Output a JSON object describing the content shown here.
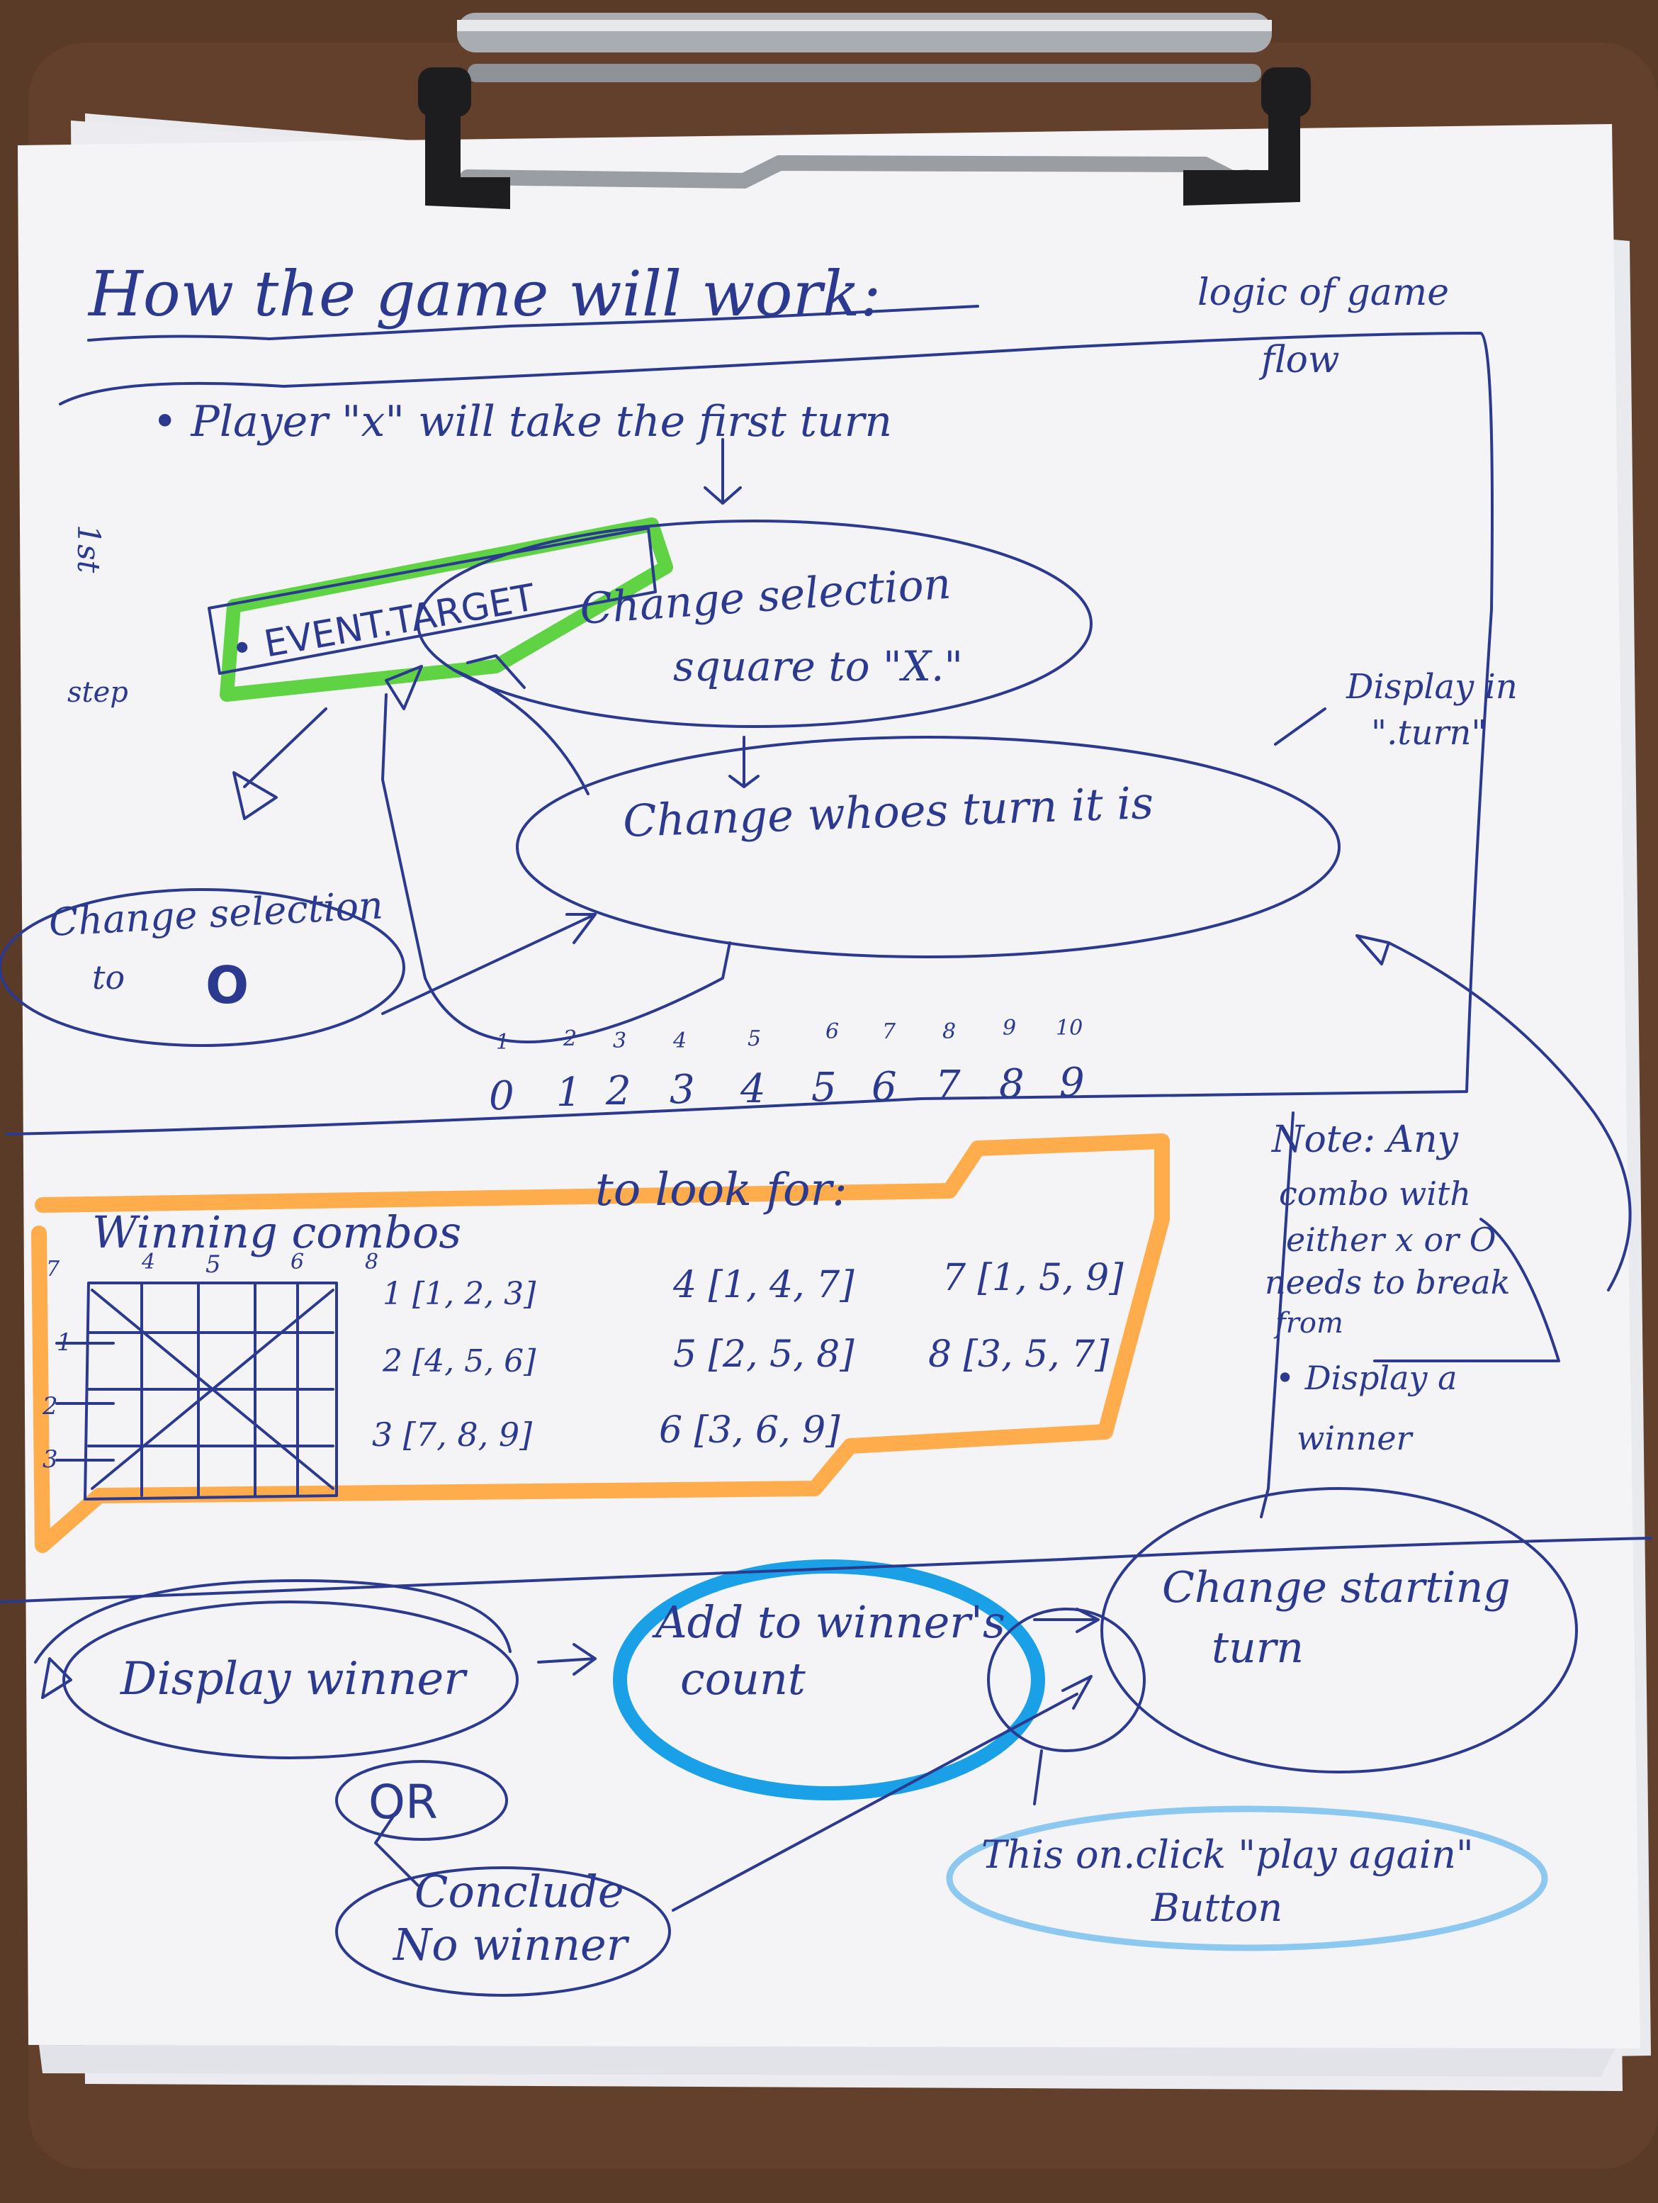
{
  "colors": {
    "clipboard": "#5a3b27",
    "paper": "#f4f4f6",
    "ink": "#2b3a8f",
    "highlight_green": "#57d13a",
    "highlight_orange": "#ffa43a",
    "highlight_blue": "#19a0e6",
    "highlight_lightblue": "#8cc8ef"
  },
  "icons": [
    "binder-clip-icon"
  ],
  "sheet": {
    "title": "How the game will work:",
    "side_heading_1": "logic of game",
    "side_heading_2": "flow",
    "player_line": "• Player \"x\" will take the first turn",
    "margin_mark": "1st",
    "step_label": "step",
    "event_target": "• EVENT.TARGET",
    "change_to_x_1": "Change selection",
    "change_to_x_2": "square to \"X.\"",
    "display_turn_1": "Display in",
    "display_turn_2": "\".turn\"",
    "change_turn": "Change whoes turn it is",
    "change_to_o_1": "Change selection",
    "change_to_o_2": "to",
    "change_to_o_3": "O",
    "positions_top": [
      "1",
      "2",
      "3",
      "4",
      "5",
      "6",
      "7",
      "8",
      "9",
      "10"
    ],
    "indices_bottom": [
      "0",
      "1",
      "2",
      "3",
      "4",
      "5",
      "6",
      "7",
      "8",
      "9"
    ],
    "look_for": "to look for:",
    "winning_combos": "Winning combos",
    "grid_top_labels": [
      "7",
      "4",
      "5",
      "6",
      "8"
    ],
    "grid_side_labels": [
      "1",
      "2",
      "3"
    ],
    "combos": [
      "1 [1, 2, 3]",
      "4 [1, 4, 7]",
      "7 [1, 5, 9]",
      "2 [4, 5, 6]",
      "5 [2, 5, 8]",
      "8 [3, 5, 7]",
      "3 [7, 8, 9]",
      "6 [3, 6, 9]"
    ],
    "note_1": "Note: Any",
    "note_2": "combo with",
    "note_3": "either x or O",
    "note_4": "needs to break",
    "note_5": "from",
    "note_6": "• Display a",
    "note_7": "winner",
    "display_winner": "Display winner",
    "add_winner_1": "Add to winner's",
    "add_winner_2": "count",
    "change_start_1": "Change starting",
    "change_start_2": "turn",
    "or_label": "OR",
    "conclude_1": "Conclude",
    "conclude_2": "No winner",
    "play_again_1": "This on.click \"play again\"",
    "play_again_2": "Button"
  }
}
